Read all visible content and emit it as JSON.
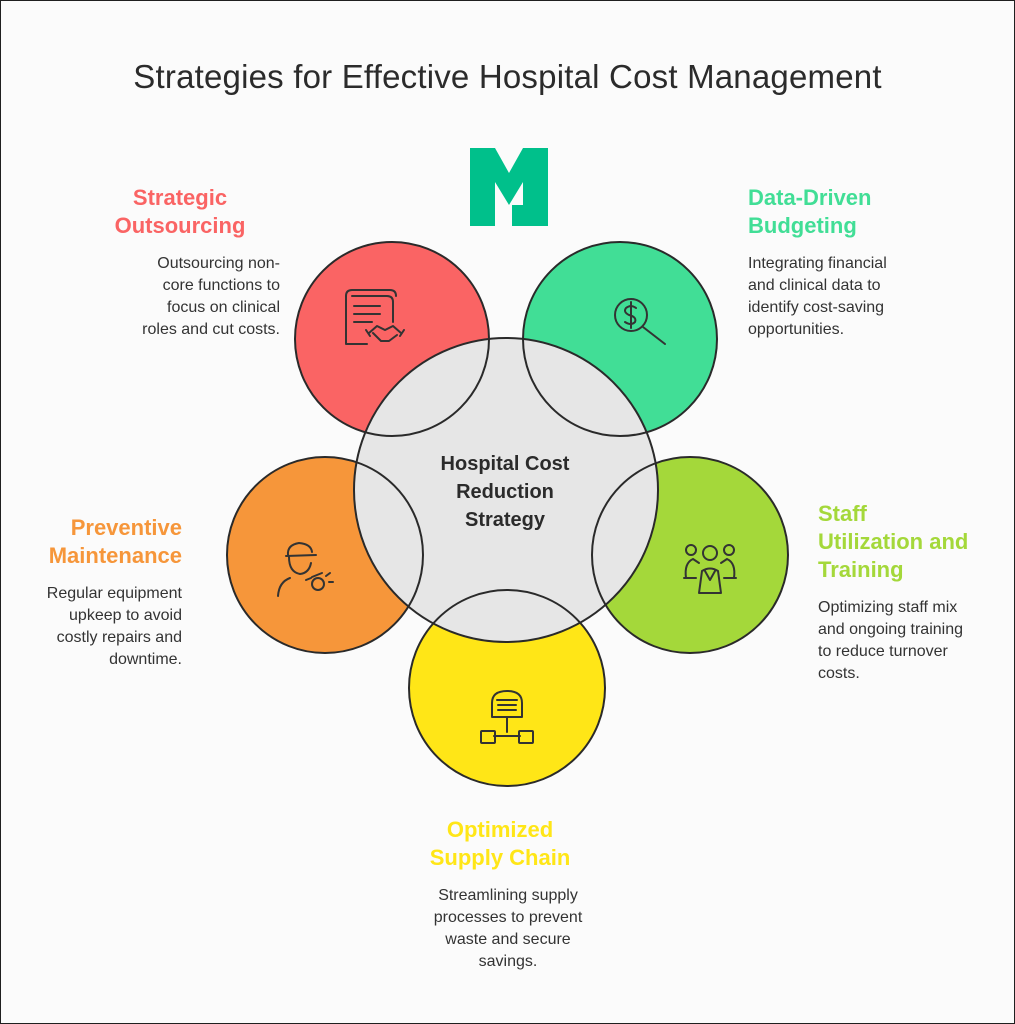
{
  "title": "Strategies for Effective Hospital Cost Management",
  "center": {
    "line1": "Hospital Cost",
    "line2": "Reduction",
    "line3": "Strategy"
  },
  "colors": {
    "outsourcing": "#fa6464",
    "budgeting": "#41de96",
    "maintenance": "#f6963a",
    "staff": "#a4d83a",
    "supply": "#ffe617",
    "center": "#e6e6e6",
    "logo": "#00c08b"
  },
  "strategies": {
    "outsourcing": {
      "heading_line1": "Strategic",
      "heading_line2": "Outsourcing",
      "desc_line1": "Outsourcing non-",
      "desc_line2": "core functions to",
      "desc_line3": "focus on clinical",
      "desc_line4": "roles and cut costs.",
      "icon": "contract-handshake-icon"
    },
    "budgeting": {
      "heading_line1": "Data-Driven",
      "heading_line2": "Budgeting",
      "desc_line1": "Integrating financial",
      "desc_line2": "and clinical data to",
      "desc_line3": "identify cost-saving",
      "desc_line4": "opportunities.",
      "icon": "dollar-magnifier-icon"
    },
    "maintenance": {
      "heading_line1": "Preventive",
      "heading_line2": "Maintenance",
      "desc_line1": "Regular equipment",
      "desc_line2": "upkeep to avoid",
      "desc_line3": "costly repairs and",
      "desc_line4": "downtime.",
      "icon": "coach-whistle-icon"
    },
    "staff": {
      "heading_line1": "Staff",
      "heading_line2": "Utilization and",
      "heading_line3": "Training",
      "desc_line1": "Optimizing staff mix",
      "desc_line2": "and ongoing training",
      "desc_line3": "to reduce turnover",
      "desc_line4": "costs.",
      "icon": "team-people-icon"
    },
    "supply": {
      "heading_line1": "Optimized",
      "heading_line2": "Supply Chain",
      "desc_line1": "Streamlining supply",
      "desc_line2": "processes to prevent",
      "desc_line3": "waste and secure",
      "desc_line4": "savings.",
      "icon": "warehouse-network-icon"
    }
  }
}
